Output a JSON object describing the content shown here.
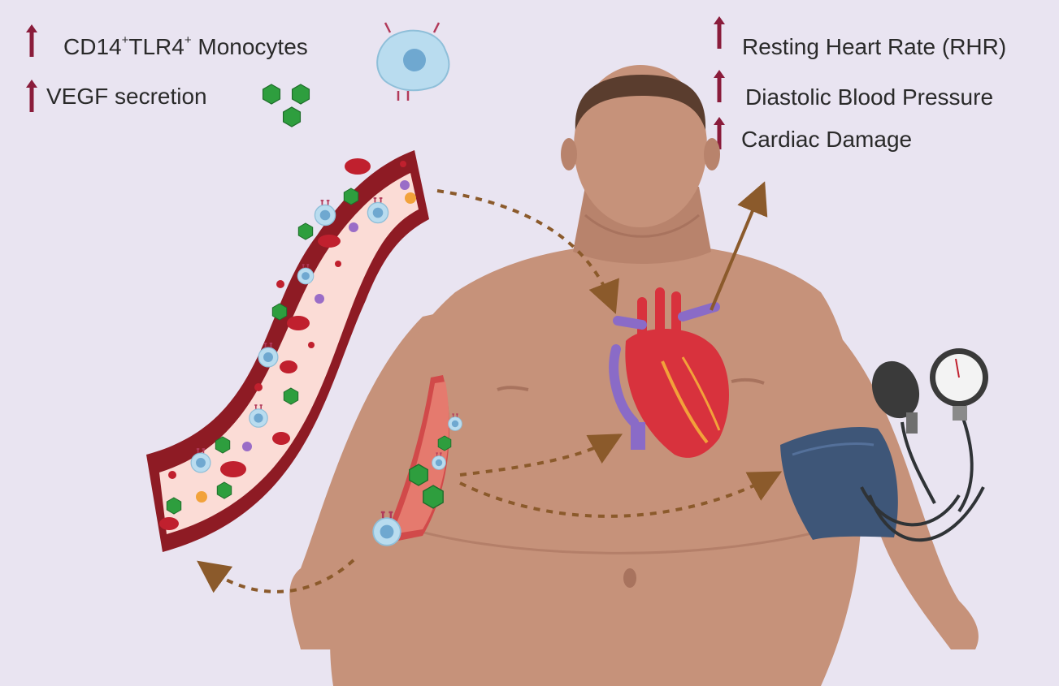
{
  "left_panel": {
    "items": [
      {
        "prefix": "CD14",
        "sup1": "+",
        "mid": "TLR4",
        "sup2": "+",
        "suffix": " Monocytes"
      },
      {
        "text": "VEGF secretion"
      }
    ]
  },
  "right_panel": {
    "items": [
      {
        "text": "Resting Heart Rate  (RHR)"
      },
      {
        "text": "Diastolic Blood Pressure"
      },
      {
        "text": "Cardiac Damage"
      }
    ]
  },
  "colors": {
    "background": "#e9e4f1",
    "skin": "#c6927a",
    "skin_shade": "#a8735e",
    "hair": "#5a3d2e",
    "vessel_outer": "#8e1b24",
    "vessel_inner": "#fbdcd6",
    "arrow_up": "#8a1c3b",
    "dotted_arrow": "#8b5a2b",
    "vegf_green": "#2e9e3e",
    "monocyte_blue": "#b9dcef",
    "cuff": "#3e5678",
    "gauge_dark": "#2f3336"
  },
  "icons": [
    "up-arrow-icon",
    "monocyte-icon",
    "vegf-hexagon-icon",
    "heart-icon",
    "blood-pressure-cuff-icon",
    "blood-vessel-icon"
  ]
}
